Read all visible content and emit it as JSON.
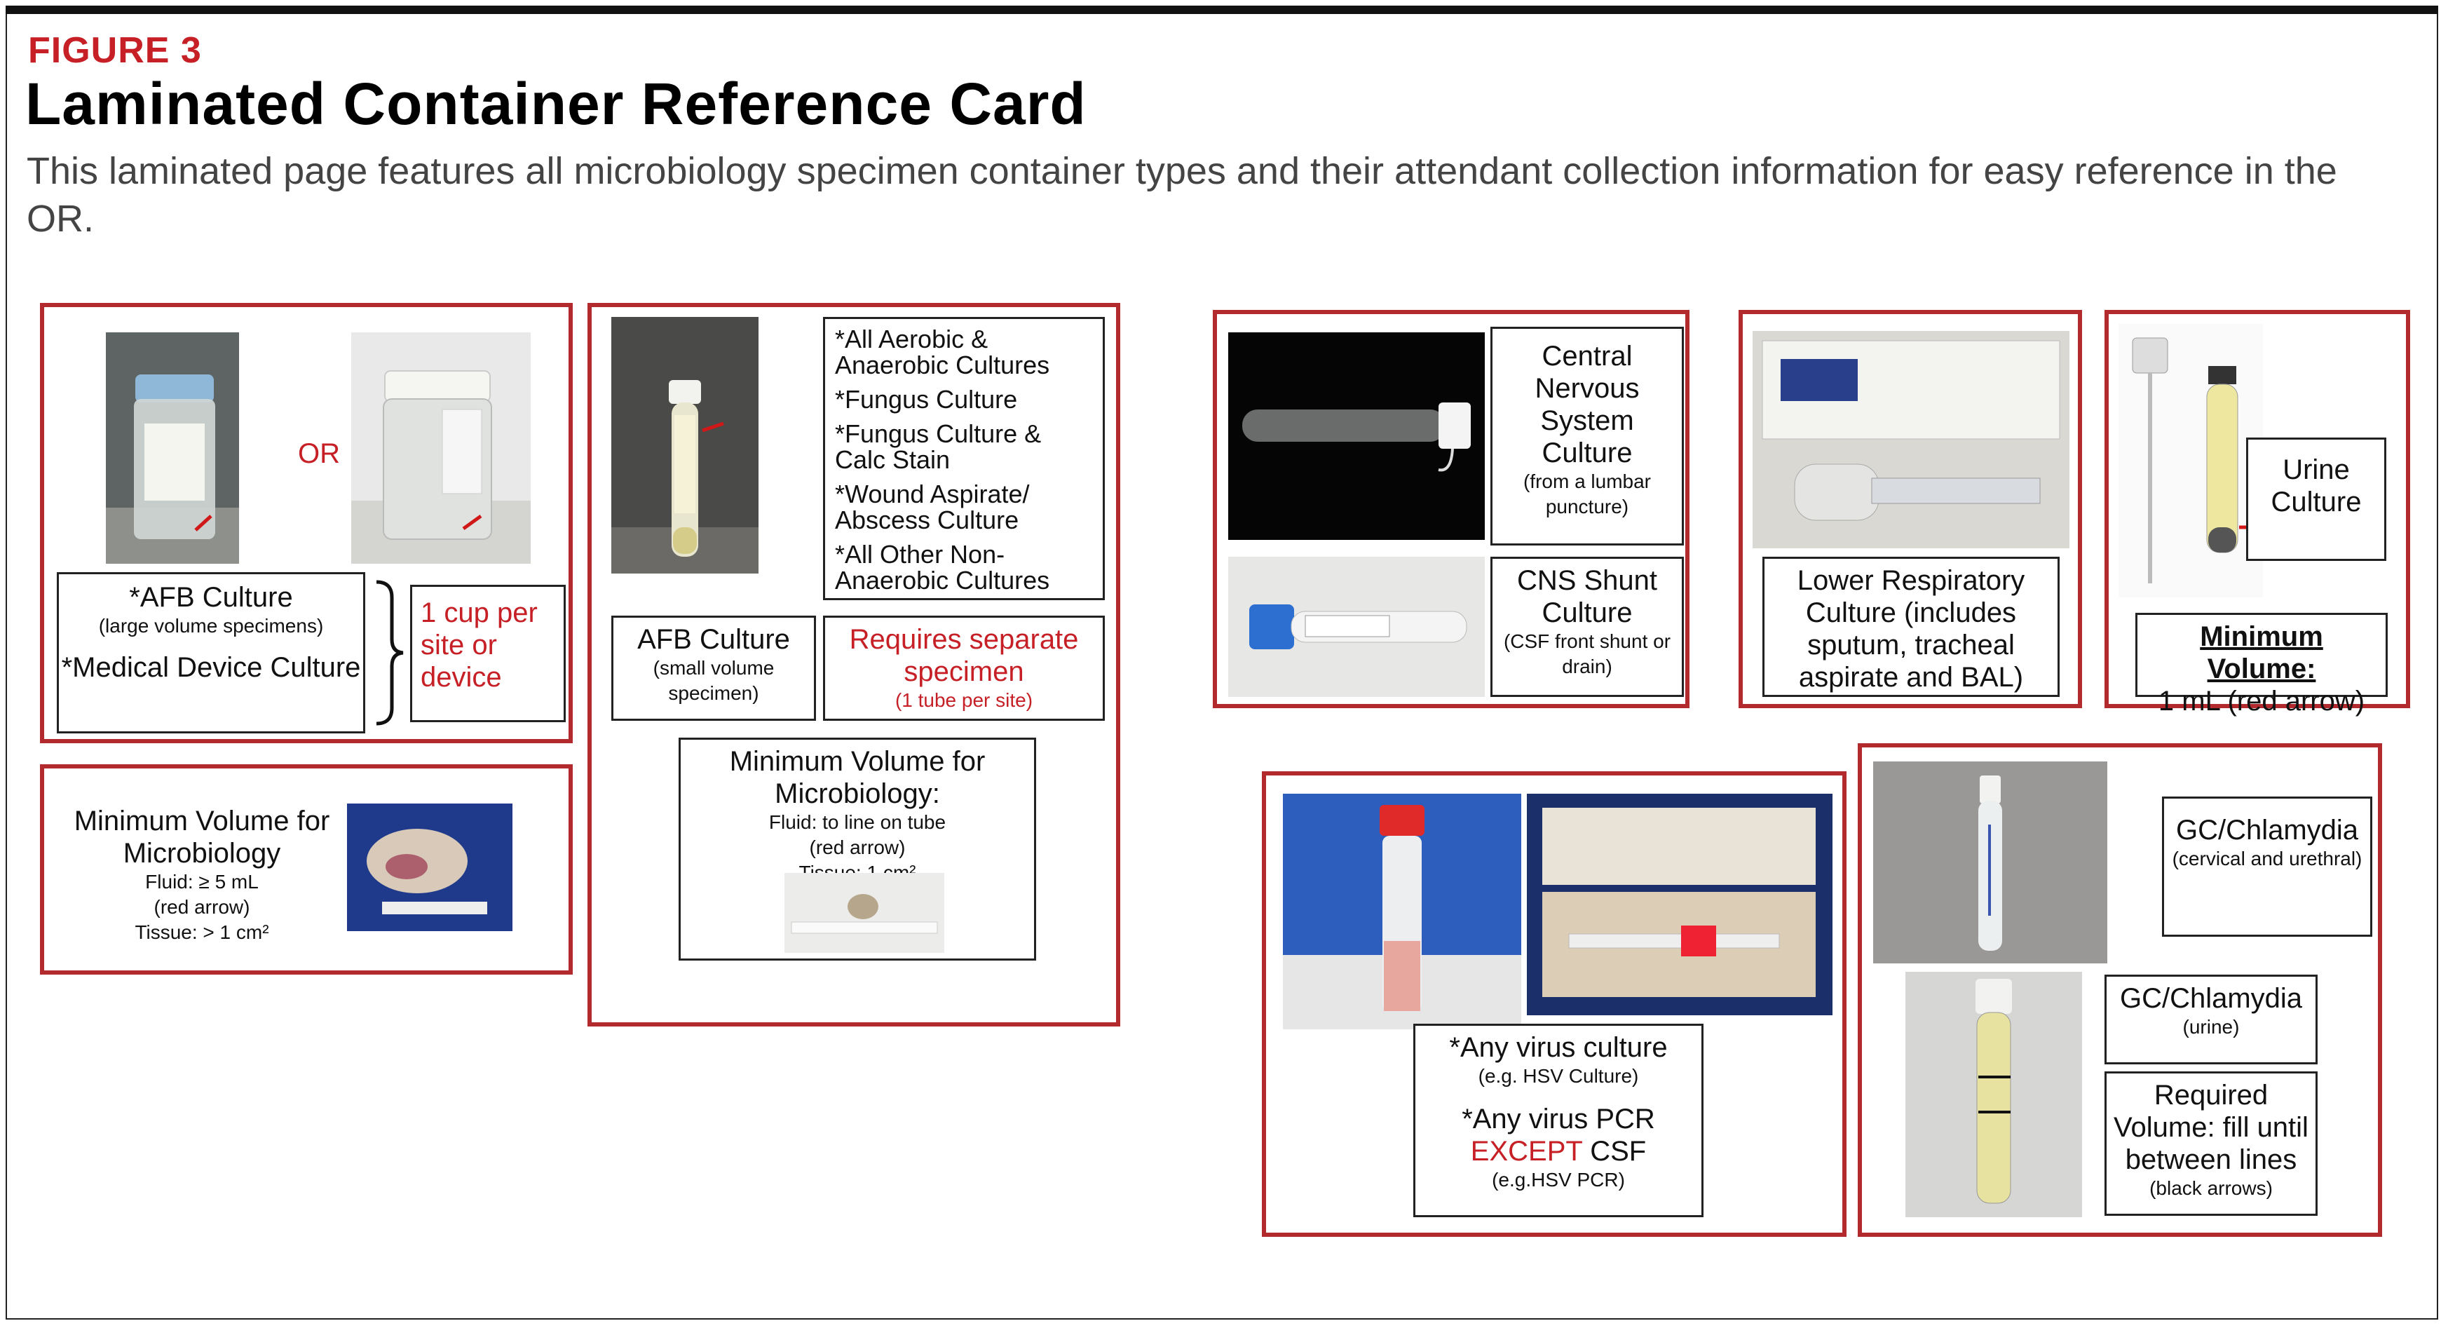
{
  "header": {
    "figure_label": "FIGURE 3",
    "title": "Laminated Container Reference Card",
    "subtitle": "This laminated page features all microbiology specimen container types and their attendant collection information for easy reference in the OR."
  },
  "panel_afb_large": {
    "or_text": "OR",
    "label_1": "*AFB Culture",
    "label_1_sub": "(large volume specimens)",
    "label_2": "*Medical Device Culture",
    "note": "1 cup per site or device"
  },
  "panel_min_volume_left": {
    "title": "Minimum Volume for Microbiology",
    "line_1": "Fluid: ≥ 5 mL",
    "line_2": "(red arrow)",
    "line_3": "Tissue: > 1 cm²"
  },
  "panel_tube": {
    "cultures": [
      "*All Aerobic & Anaerobic Cultures",
      "*Fungus Culture",
      "*Fungus Culture & Calc Stain",
      "*Wound Aspirate/ Abscess Culture",
      "*All Other Non-Anaerobic Cultures"
    ],
    "afb_label": "AFB Culture",
    "afb_sub": "(small volume specimen)",
    "separate_label": "Requires separate specimen",
    "separate_sub": "(1 tube per site)",
    "minvol_title": "Minimum Volume for Microbiology:",
    "minvol_line_1": "Fluid: to line on tube",
    "minvol_line_2": "(red arrow)",
    "minvol_line_3": "Tissue: 1 cm²"
  },
  "panel_cns": {
    "cns_label": "Central Nervous System Culture",
    "cns_sub": "(from a lumbar puncture)",
    "shunt_label": "CNS Shunt Culture",
    "shunt_sub": "(CSF front shunt or drain)"
  },
  "panel_respiratory": {
    "label": "Lower Respiratory Culture (includes sputum, tracheal aspirate and BAL)"
  },
  "panel_urine": {
    "label": "Urine Culture",
    "min_volume_title": "Minimum Volume:",
    "min_volume_value": "1 mL (red arrow)"
  },
  "panel_virus": {
    "label_1": "*Any virus culture",
    "label_1_sub": "(e.g. HSV Culture)",
    "label_2": "*Any virus PCR",
    "label_2_except": "EXCEPT",
    "label_2_csf": "CSF",
    "label_2_sub": "(e.g.HSV PCR)"
  },
  "panel_gc": {
    "cervical_label": "GC/Chlamydia",
    "cervical_sub": "(cervical and urethral)",
    "urine_label": "GC/Chlamydia",
    "urine_sub": "(urine)",
    "required_label": "Required Volume: fill until between lines",
    "required_sub": "(black arrows)"
  },
  "colors": {
    "accent_red": "#c62026",
    "box_red": "#b22a2e"
  }
}
